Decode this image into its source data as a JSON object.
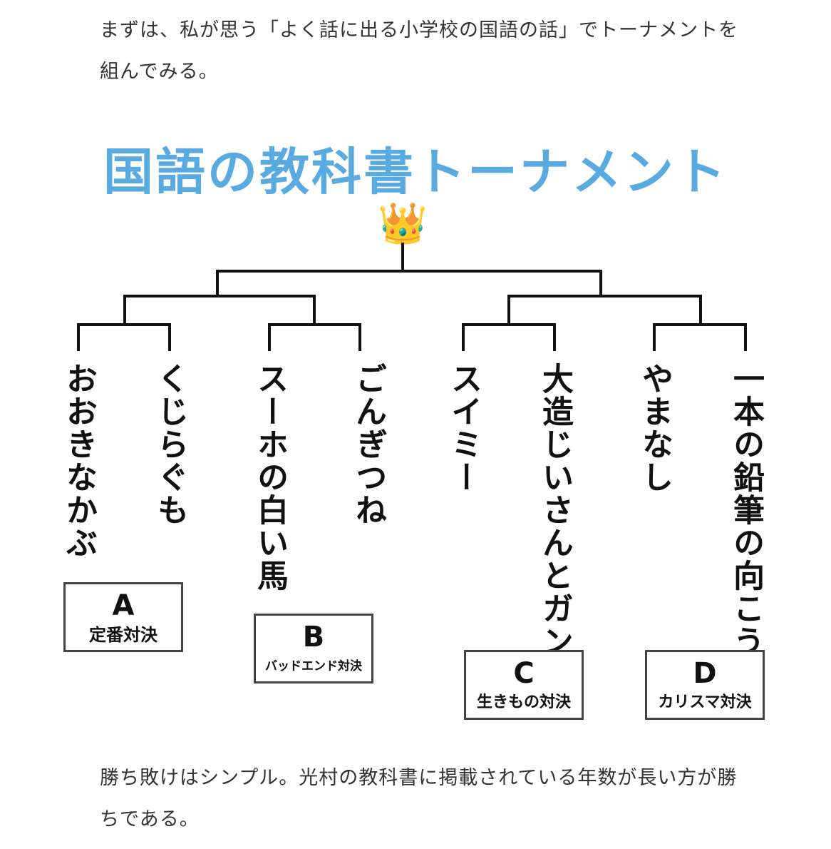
{
  "intro_text": "まずは、私が思う「よく話に出る小学校の国語の話」でトーナメントを組んでみる。",
  "title": "国語の教科書トーナメント",
  "crown_icon": "👑",
  "entries": [
    {
      "label": "おおきなかぶ"
    },
    {
      "label": "くじらぐも"
    },
    {
      "label": "スーホの白い馬"
    },
    {
      "label": "ごんぎつね"
    },
    {
      "label": "スイミー"
    },
    {
      "label": "大造じいさんとガン"
    },
    {
      "label": "やまなし"
    },
    {
      "label": "一本の鉛筆の向こうに"
    }
  ],
  "groups": [
    {
      "letter": "A",
      "name": "定番対決"
    },
    {
      "letter": "B",
      "name": "バッドエンド対決"
    },
    {
      "letter": "C",
      "name": "生きもの対決"
    },
    {
      "letter": "D",
      "name": "カリスマ対決"
    }
  ],
  "outro_text": "勝ち敗けはシンプル。光村の教科書に掲載されている年数が長い方が勝ちである。",
  "colors": {
    "title": "#5aaae2",
    "lines": "#111111",
    "box_border": "#444444"
  }
}
